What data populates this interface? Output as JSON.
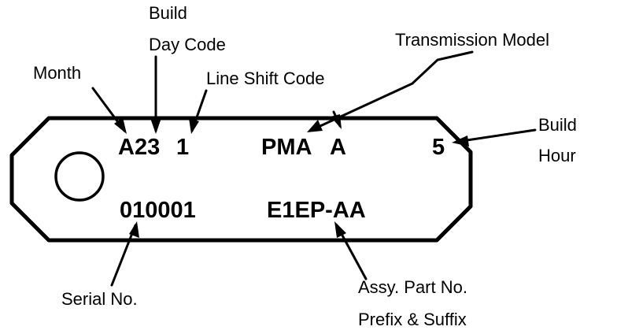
{
  "diagram": {
    "plate_fields": {
      "month_day": "A23",
      "line_shift": "1",
      "model": "PMA",
      "model_suffix": "A",
      "hour": "5",
      "serial": "010001",
      "part_number": "E1EP-AA"
    },
    "labels": {
      "build_day_line1": "Build",
      "build_day_line2": "Day Code",
      "month": "Month",
      "line_shift_code": "Line Shift Code",
      "transmission_model": "Transmission Model",
      "build_hour_line1": "Build",
      "build_hour_line2": "Hour",
      "serial_no": "Serial No.",
      "assy_part_line1": "Assy. Part No.",
      "assy_part_line2": "Prefix & Suffix"
    }
  }
}
